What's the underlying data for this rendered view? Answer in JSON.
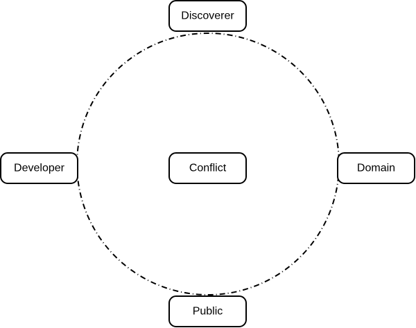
{
  "diagram": {
    "center_node": {
      "label": "Conflict"
    },
    "ring_nodes": [
      {
        "id": "discoverer",
        "label": "Discoverer"
      },
      {
        "id": "domain",
        "label": "Domain"
      },
      {
        "id": "public",
        "label": "Public"
      },
      {
        "id": "developer",
        "label": "Developer"
      }
    ],
    "colors": {
      "stroke": "#000000",
      "fill": "#ffffff",
      "text": "#000000"
    },
    "ring_style": "dash-dot"
  }
}
